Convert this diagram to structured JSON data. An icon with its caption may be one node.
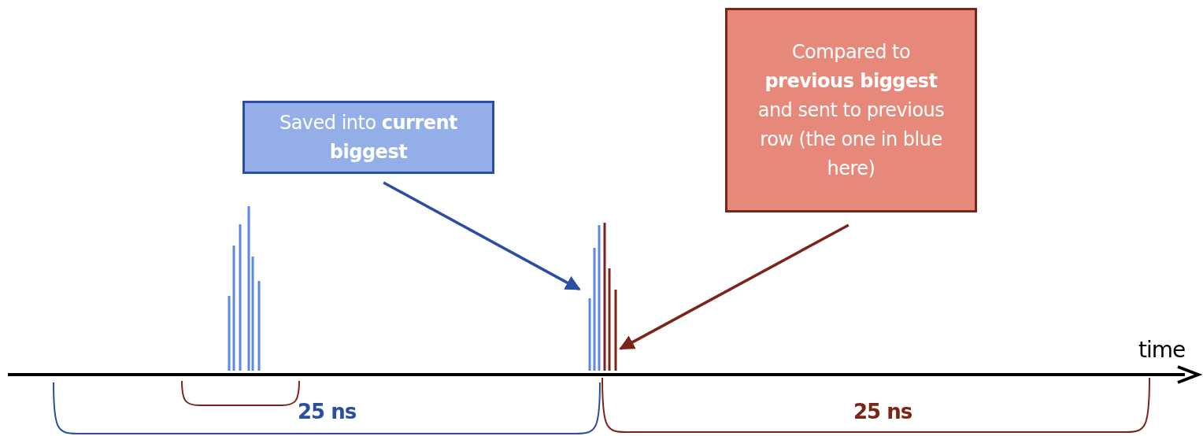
{
  "diagram": {
    "nodes": [
      {
        "text": [
          "Saved into **current biggest**"
        ]
      },
      {
        "text": [
          "Compared to **previous biggest** and sent to previous row (the one in blue here)"
        ]
      },
      {
        "text": [],
        "shape": "bar"
      },
      {
        "text": [],
        "shape": "bar"
      }
    ],
    "edges": [
      {
        "from": 0,
        "to": 2,
        "arrow": "to",
        "color": "#2a4fa0"
      },
      {
        "from": 1,
        "to": 3,
        "arrow": "to",
        "color": "#7b2418"
      }
    ],
    "labels": [
      "time",
      "25 ns",
      "25 ns"
    ]
  }
}
